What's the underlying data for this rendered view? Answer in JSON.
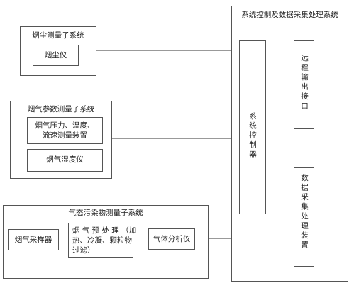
{
  "dust_subsystem": {
    "title": "烟尘测量子系统",
    "instrument": "烟尘仪"
  },
  "flue_param_subsystem": {
    "title": "烟气参数测量子系统",
    "device_line1": "烟气压力、温度、",
    "device_line2": "流速测量装置",
    "humidity": "烟气湿度仪"
  },
  "gas_pollutant_subsystem": {
    "title": "气态污染物测量子系统",
    "sampler": "烟气采样器",
    "pretreat_line1": "烟 气 预 处 理 （加",
    "pretreat_line2": "热、冷凝、颗粒物",
    "pretreat_line3": "过滤）",
    "analyzer": "气体分析仪"
  },
  "control_system": {
    "title": "系统控制及数据采集处理系统",
    "controller": "系统控制器",
    "remote": "远程输出接口",
    "acquisition": "数据采集处理装置"
  }
}
